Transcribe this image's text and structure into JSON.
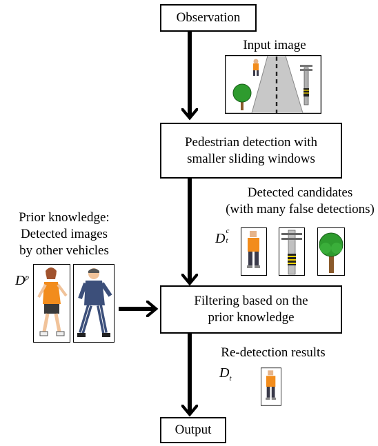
{
  "boxes": {
    "observation": "Observation",
    "detection_line1": "Pedestrian detection with",
    "detection_line2": "smaller sliding windows",
    "filtering_line1": "Filtering based on the",
    "filtering_line2": "prior knowledge",
    "output": "Output"
  },
  "labels": {
    "input_image": "Input image",
    "candidates_line1": "Detected candidates",
    "candidates_line2": "(with many false detections)",
    "prior_line1": "Prior knowledge:",
    "prior_line2": "Detected images",
    "prior_line3": "by other vehicles",
    "redetection": "Re-detection results"
  },
  "symbols": {
    "candidates_base": "D",
    "candidates_sup": "c",
    "candidates_sub": "t",
    "prior_base": "D",
    "prior_sup": "p",
    "result_base": "D",
    "result_sub": "t"
  },
  "colors": {
    "stroke": "#000000",
    "pedestrian_shirt": "#f28c1c",
    "tree_green": "#2e9b2e",
    "road_gray": "#c8c8c8",
    "pants_dark": "#3a3a4a",
    "suit_blue": "#3c4f7a"
  }
}
